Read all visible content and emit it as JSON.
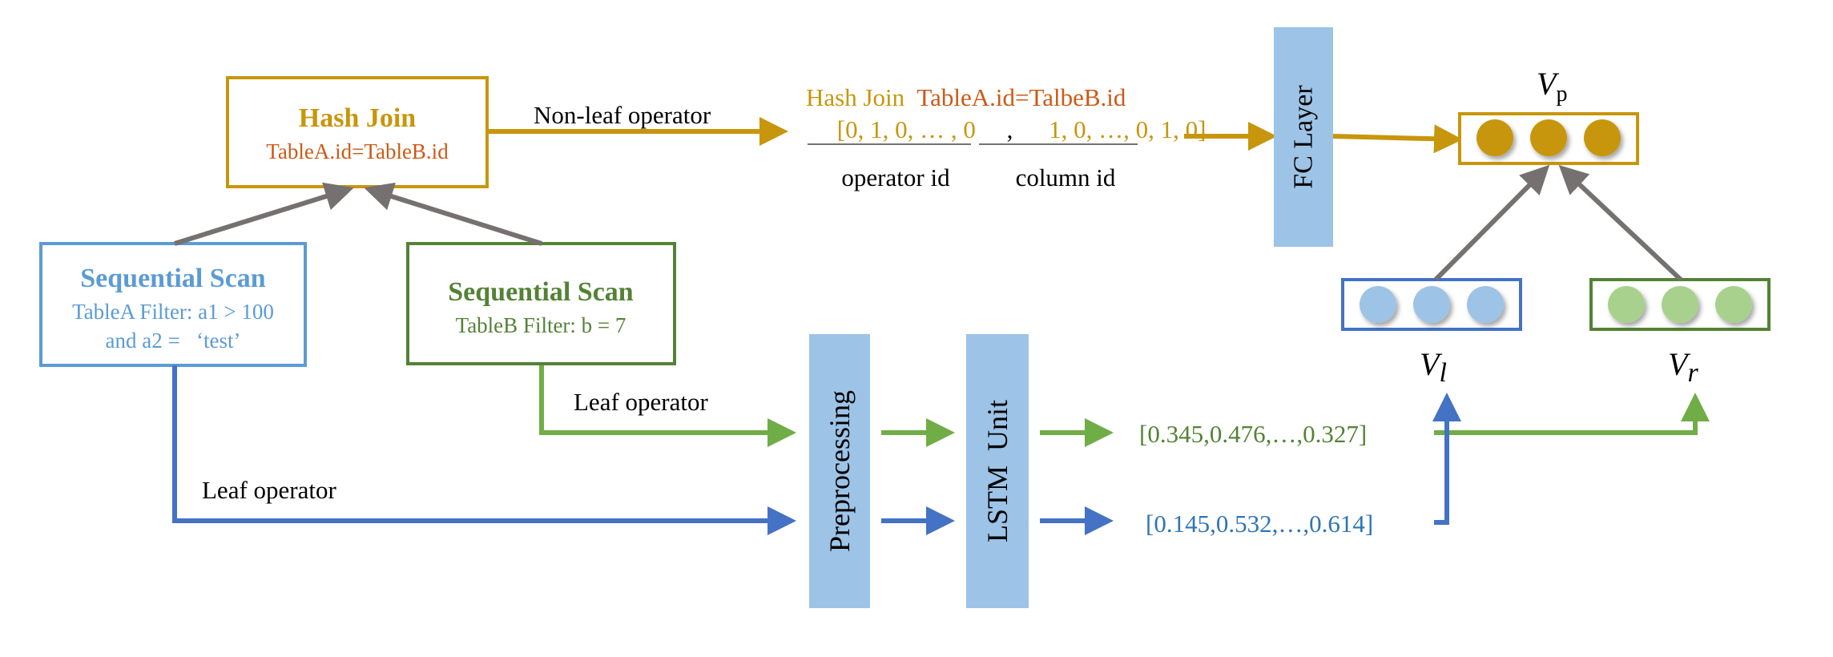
{
  "colors": {
    "gold": "#C8960C",
    "orange": "#CC5A16",
    "blue_light": "#5B9BD5",
    "blue_text": "#2E75B6",
    "blue_arrow": "#4472C4",
    "green": "#548235",
    "green_arrow": "#70AD47",
    "gray": "#767171",
    "panel": "#9DC3E6",
    "circle_blue": "#9DC3E6",
    "circle_green": "#A9D18E"
  },
  "hash_join": {
    "title": "Hash Join",
    "condition": "TableA.id=TableB.id"
  },
  "scan_a": {
    "title": "Sequential Scan",
    "line1": "TableA Filter: a1 > 100",
    "line2": "and a2 =   ‘test’"
  },
  "scan_b": {
    "title": "Sequential Scan",
    "line1": "TableB Filter: b = 7"
  },
  "edges": {
    "non_leaf": "Non-leaf operator",
    "leaf_green": "Leaf operator",
    "leaf_blue": "Leaf operator"
  },
  "encoding": {
    "title_operator": "Hash Join",
    "title_condition": "TableA.id=TalbeB.id",
    "vector_part1": "[0, 1, 0, … , 0",
    "vector_sep": ",",
    "vector_part2": "1, 0, …, 0, 1, 0]",
    "label_operator": "operator id",
    "label_column": "column id"
  },
  "panels": {
    "preprocessing": "Preprocessing",
    "lstm": "LSTM  Unit",
    "fc": "FC Layer"
  },
  "vectors": {
    "green_values": "[0.345,0.476,…,0.327]",
    "blue_values": "[0.145,0.532,…,0.614]"
  },
  "symbols": {
    "vp_main": "V",
    "vp_sub": "p",
    "vl_main": "V",
    "vl_sub": "l",
    "vr_main": "V",
    "vr_sub": "r"
  }
}
